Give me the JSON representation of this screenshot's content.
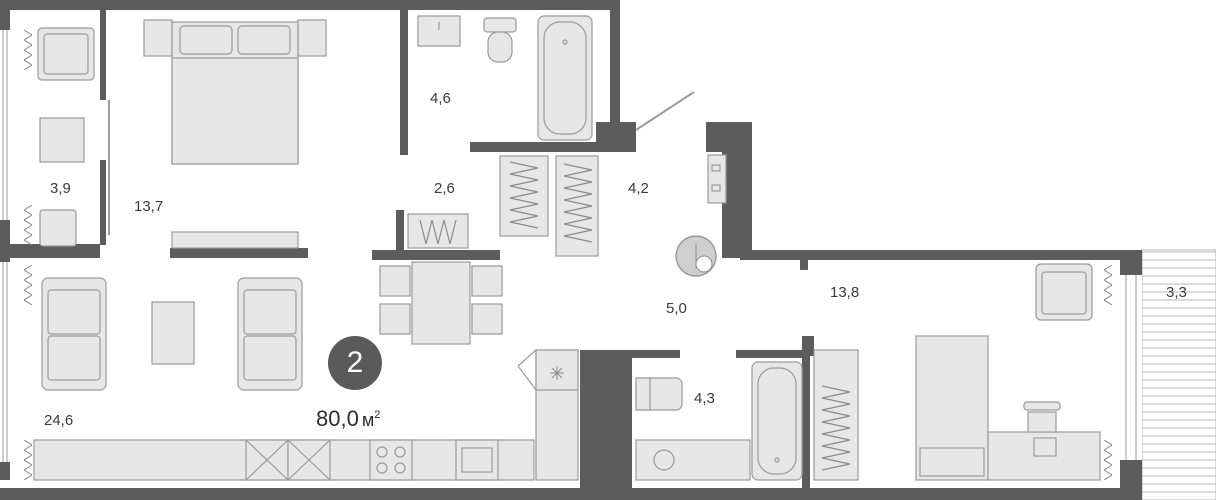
{
  "colors": {
    "wall": "#5c5c5c",
    "furniture_fill": "#e7e7e7",
    "furniture_stroke": "#9a9a9a",
    "line": "#9b9b9b",
    "badge": "#5a5a5a",
    "text": "#3a3a3a"
  },
  "apartment": {
    "rooms_count": "2",
    "total_area": "80,0",
    "area_unit": "м",
    "area_unit_power": "2"
  },
  "areas": {
    "balcony_left": "3,9",
    "bedroom": "13,7",
    "bathroom": "4,6",
    "wardrobe": "2,6",
    "hallway": "4,2",
    "corridor": "5,0",
    "bedroom_2": "13,8",
    "balcony_right": "3,3",
    "living_room": "24,6",
    "bathroom_2": "4,3"
  },
  "icons": {
    "compass": "compass-icon"
  }
}
